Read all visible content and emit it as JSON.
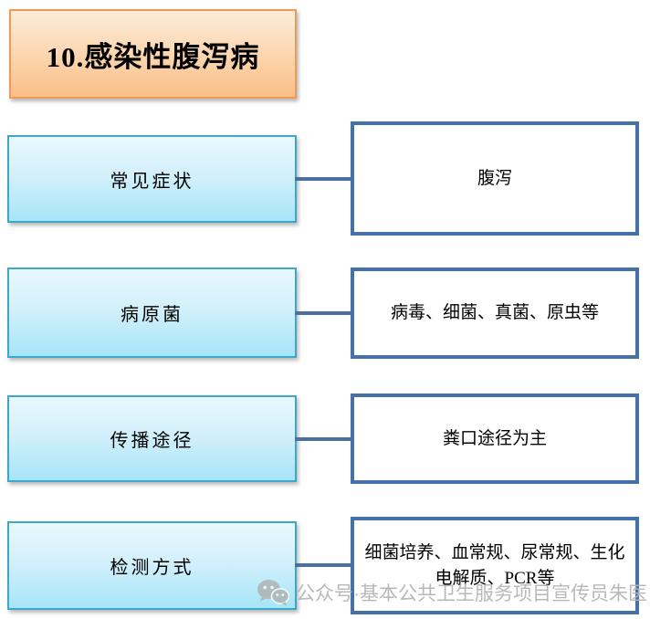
{
  "title": "10.感染性腹泻病",
  "rows": [
    {
      "label": "常见症状",
      "value": "腹泻"
    },
    {
      "label": "病原菌",
      "value": "病毒、细菌、真菌、原虫等"
    },
    {
      "label": "传播途径",
      "value": "粪口途径为主"
    },
    {
      "label": "检测方式",
      "value": "细菌培养、血常规、尿常规、生化电解质、PCR等"
    }
  ],
  "watermark": {
    "icon": "wechat-icon",
    "text": "公众号·基本公共卫生服务项目宣传员朱医"
  },
  "colors": {
    "title_border": "#ed9b55",
    "title_fill_top": "#fcecda",
    "title_fill_bottom": "#fbbf89",
    "label_border": "#3aa7cb",
    "label_fill_top": "#e9f8fe",
    "label_fill_bottom": "#a6e5f8",
    "value_border": "#4472a8",
    "connector": "#4a6fa0",
    "watermark_gray": "#b5b5b5",
    "text": "#000000"
  }
}
